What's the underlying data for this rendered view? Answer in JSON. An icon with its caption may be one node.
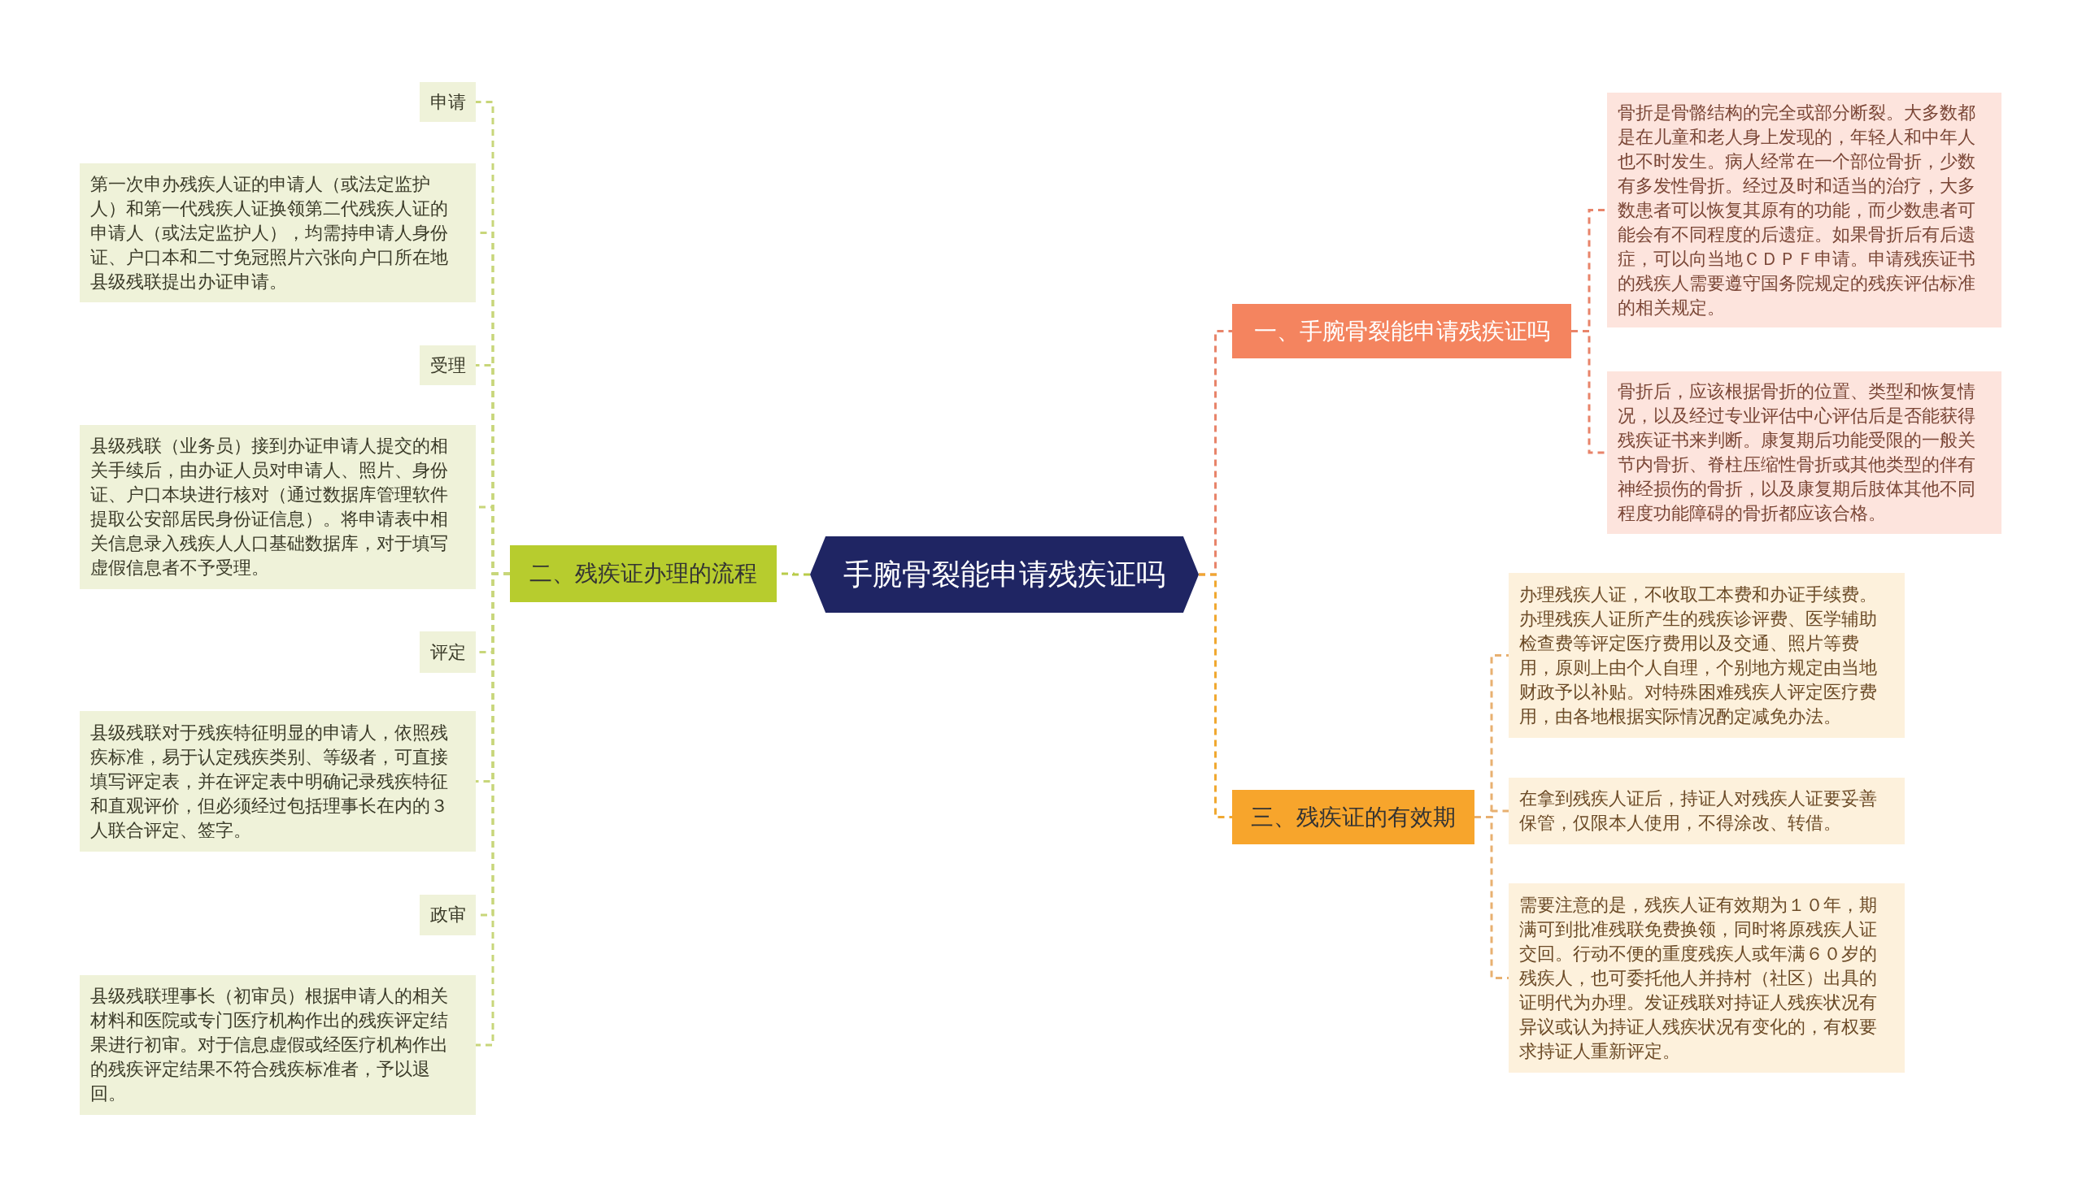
{
  "diagram": {
    "nodes": [
      {
        "text": [
          "手腕骨裂能申请残疾证吗"
        ]
      },
      {
        "text": [
          "一、手腕骨裂能申请残疾证吗"
        ]
      },
      {
        "text": [
          "骨折是骨骼结构的完全或部分断裂。大多数都是在儿童和老人身上发现的，年轻人和中年人也不时发生。病人经常在一个部位骨折，少数有多发性骨折。经过及时和适当的治疗，大多数患者可以恢复其原有的功能，而少数患者可能会有不同程度的后遗症。如果骨折后有后遗症，可以向当地ＣＤＰＦ申请。申请残疾证书的残疾人需要遵守国务院规定的残疾评估标准的相关规定。"
        ]
      },
      {
        "text": [
          "骨折后，应该根据骨折的位置、类型和恢复情况，以及经过专业评估中心评估后是否能获得残疾证书来判断。康复期后功能受限的一般关节内骨折、脊柱压缩性骨折或其他类型的伴有神经损伤的骨折，以及康复期后肢体其他不同程度功能障碍的骨折都应该合格。"
        ]
      },
      {
        "text": [
          "二、残疾证办理的流程"
        ]
      },
      {
        "text": [
          "申请"
        ]
      },
      {
        "text": [
          "第一次申办残疾人证的申请人（或法定监护人）和第一代残疾人证换领第二代残疾人证的申请人（或法定监护人），均需持申请人身份证、户口本和二寸免冠照片六张向户口所在地县级残联提出办证申请。"
        ]
      },
      {
        "text": [
          "受理"
        ]
      },
      {
        "text": [
          "县级残联（业务员）接到办证申请人提交的相关手续后，由办证人员对申请人、照片、身份证、户口本块进行核对（通过数据库管理软件提取公安部居民身份证信息）。将申请表中相关信息录入残疾人人口基础数据库，对于填写虚假信息者不予受理。"
        ]
      },
      {
        "text": [
          "评定"
        ]
      },
      {
        "text": [
          "县级残联对于残疾特征明显的申请人，依照残疾标准，易于认定残疾类别、等级者，可直接填写评定表，并在评定表中明确记录残疾特征和直观评价，但必须经过包括理事长在内的３人联合评定、签字。"
        ]
      },
      {
        "text": [
          "政审"
        ]
      },
      {
        "text": [
          "县级残联理事长（初审员）根据申请人的相关材料和医院或专门医疗机构作出的残疾评定结果进行初审。对于信息虚假或经医疗机构作出的残疾评定结果不符合残疾标准者，予以退回。"
        ]
      },
      {
        "text": [
          "三、残疾证的有效期"
        ]
      },
      {
        "text": [
          "办理残疾人证，不收取工本费和办证手续费。办理残疾人证所产生的残疾诊评费、医学辅助检查费等评定医疗费用以及交通、照片等费用，原则上由个人自理，个别地方规定由当地财政予以补贴。对特殊困难残疾人评定医疗费用，由各地根据实际情况酌定减免办法。"
        ]
      },
      {
        "text": [
          "在拿到残疾人证后，持证人对残疾人证要妥善保管，仅限本人使用，不得涂改、转借。"
        ]
      },
      {
        "text": [
          "需要注意的是，残疾人证有效期为１０年，期满可到批准残联免费换领，同时将原残疾人证交回。行动不便的重度残疾人或年满６０岁的残疾人，也可委托他人并持村（社区）出具的证明代为办理。发证残联对持证人残疾状况有异议或认为持证人残疾状况有变化的，有权要求持证人重新评定。"
        ]
      }
    ],
    "edges": [
      {
        "from": 0,
        "to": 1,
        "arrow": "none",
        "style": "dashed",
        "color": "#e8846a"
      },
      {
        "from": 1,
        "to": 2,
        "arrow": "none",
        "style": "dashed",
        "color": "#e8846a"
      },
      {
        "from": 1,
        "to": 3,
        "arrow": "none",
        "style": "dashed",
        "color": "#e8846a"
      },
      {
        "from": 0,
        "to": 4,
        "arrow": "none",
        "style": "dashed",
        "color": "#b9cc4a"
      },
      {
        "from": 4,
        "to": 5,
        "arrow": "none",
        "style": "dashed",
        "color": "#c8d67a"
      },
      {
        "from": 4,
        "to": 6,
        "arrow": "none",
        "style": "dashed",
        "color": "#c8d67a"
      },
      {
        "from": 4,
        "to": 7,
        "arrow": "none",
        "style": "dashed",
        "color": "#c8d67a"
      },
      {
        "from": 4,
        "to": 8,
        "arrow": "none",
        "style": "dashed",
        "color": "#c8d67a"
      },
      {
        "from": 4,
        "to": 9,
        "arrow": "none",
        "style": "dashed",
        "color": "#c8d67a"
      },
      {
        "from": 4,
        "to": 10,
        "arrow": "none",
        "style": "dashed",
        "color": "#c8d67a"
      },
      {
        "from": 4,
        "to": 11,
        "arrow": "none",
        "style": "dashed",
        "color": "#c8d67a"
      },
      {
        "from": 4,
        "to": 12,
        "arrow": "none",
        "style": "dashed",
        "color": "#c8d67a"
      },
      {
        "from": 0,
        "to": 13,
        "arrow": "none",
        "style": "dashed",
        "color": "#f0a830"
      },
      {
        "from": 13,
        "to": 14,
        "arrow": "none",
        "style": "dashed",
        "color": "#e8b070"
      },
      {
        "from": 13,
        "to": 15,
        "arrow": "none",
        "style": "dashed",
        "color": "#e8b070"
      },
      {
        "from": 13,
        "to": 16,
        "arrow": "none",
        "style": "dashed",
        "color": "#e8b070"
      }
    ]
  }
}
